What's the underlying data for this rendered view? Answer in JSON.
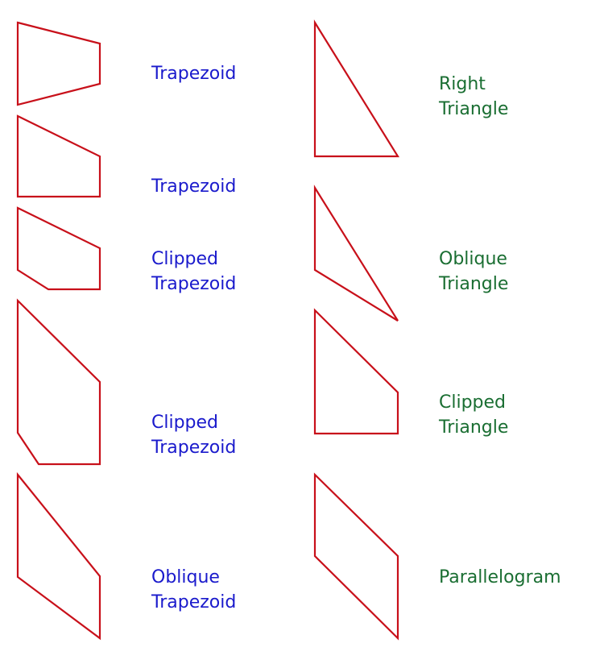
{
  "colors": {
    "shape_stroke": "#c8101a",
    "left_label": "#1a1acc",
    "right_label": "#1a6e32",
    "background": "#ffffff"
  },
  "shapes": {
    "left": [
      {
        "id": "trapezoid-1",
        "lines": [
          "Trapezoid"
        ]
      },
      {
        "id": "trapezoid-2",
        "lines": [
          "Trapezoid"
        ]
      },
      {
        "id": "clipped-trapezoid-1",
        "lines": [
          "Clipped",
          "Trapezoid"
        ]
      },
      {
        "id": "clipped-trapezoid-2",
        "lines": [
          "Clipped",
          "Trapezoid"
        ]
      },
      {
        "id": "oblique-trapezoid",
        "lines": [
          "Oblique",
          "Trapezoid"
        ]
      }
    ],
    "right": [
      {
        "id": "right-triangle",
        "lines": [
          "Right",
          "Triangle"
        ]
      },
      {
        "id": "oblique-triangle",
        "lines": [
          "Oblique",
          "Triangle"
        ]
      },
      {
        "id": "clipped-triangle",
        "lines": [
          "Clipped",
          "Triangle"
        ]
      },
      {
        "id": "parallelogram",
        "lines": [
          "Parallelogram"
        ]
      }
    ]
  }
}
